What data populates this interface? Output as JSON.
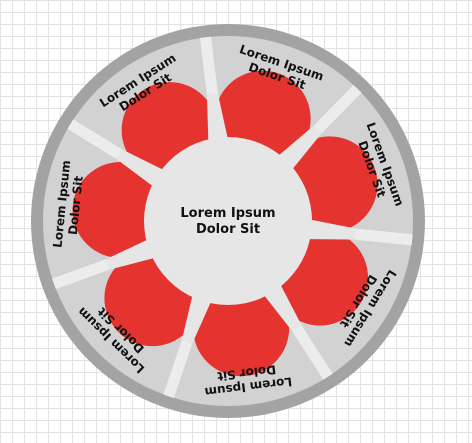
{
  "diagram": {
    "center": {
      "line1": "Lorem Ipsum",
      "line2": "Dolor Sit"
    },
    "segments": [
      {
        "line1": "Lorem Ipsum",
        "line2": "Dolor Sit"
      },
      {
        "line1": "Lorem Ipsum",
        "line2": "Dolor Sit"
      },
      {
        "line1": "Lorem Ipsum",
        "line2": "Dolor Sit"
      },
      {
        "line1": "Lorem Ipsum",
        "line2": "Dolor Sit"
      },
      {
        "line1": "Lorem Ipsum",
        "line2": "Dolor Sit"
      },
      {
        "line1": "Lorem Ipsum",
        "line2": "Dolor Sit"
      },
      {
        "line1": "Lorem Ipsum",
        "line2": "Dolor Sit"
      }
    ],
    "colors": {
      "outer_ring": "#a3a3a3",
      "segment_fill": "#d2d2d2",
      "separator": "#ececec",
      "center_fill": "#e6e6e7",
      "accent_red": "#e53430"
    }
  }
}
